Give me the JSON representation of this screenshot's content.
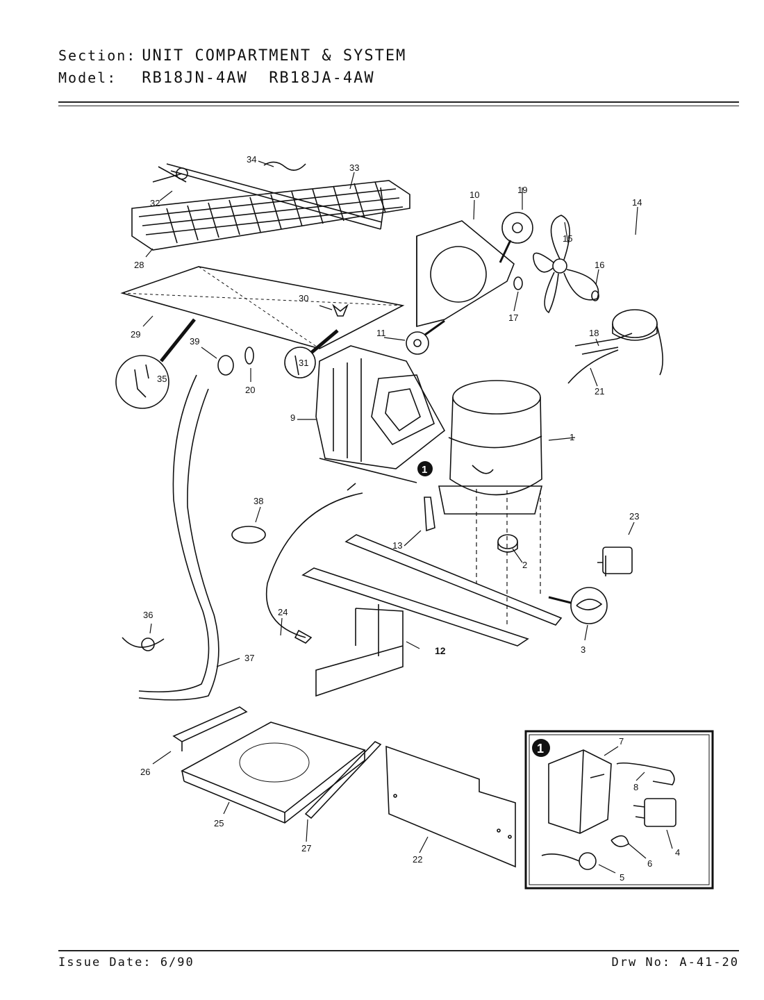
{
  "header": {
    "section_label": "Section:",
    "section_value": "UNIT COMPARTMENT & SYSTEM",
    "model_label": "Model:",
    "model_value": "RB18JN-4AW  RB18JA-4AW"
  },
  "footer": {
    "issue_date": "Issue Date: 6/90",
    "drawing_no": "Drw No: A-41-20"
  },
  "callouts": [
    "1",
    "2",
    "3",
    "4",
    "5",
    "6",
    "7",
    "8",
    "9",
    "10",
    "11",
    "12",
    "13",
    "14",
    "15",
    "16",
    "17",
    "18",
    "19",
    "20",
    "21",
    "22",
    "23",
    "24",
    "25",
    "26",
    "27",
    "28",
    "29",
    "30",
    "31",
    "32",
    "33",
    "34",
    "35",
    "36",
    "37",
    "38",
    "39"
  ],
  "inset": {
    "badge": "1"
  },
  "compressor_badge": "1"
}
